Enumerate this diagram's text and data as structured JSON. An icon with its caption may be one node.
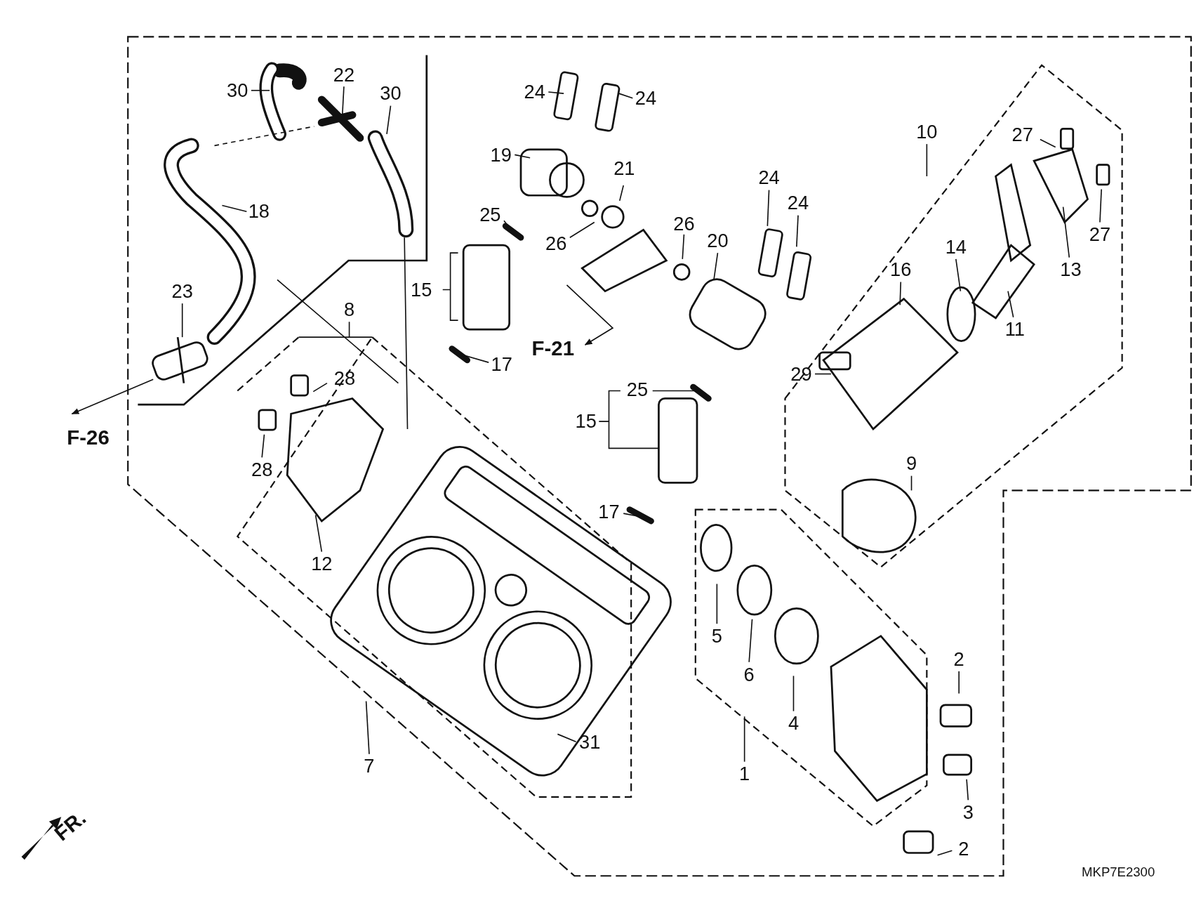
{
  "diagram": {
    "nodes": [
      {
        "text": [
          "30"
        ]
      },
      {
        "text": [
          "22"
        ]
      },
      {
        "text": [
          "30"
        ]
      },
      {
        "text": [
          "18"
        ]
      },
      {
        "text": [
          "23"
        ]
      },
      {
        "text": [
          "8"
        ]
      },
      {
        "text": [
          "28"
        ]
      },
      {
        "text": [
          "28"
        ]
      },
      {
        "text": [
          "12"
        ]
      },
      {
        "text": [
          "7"
        ]
      },
      {
        "text": [
          "31"
        ]
      },
      {
        "text": [
          "24"
        ]
      },
      {
        "text": [
          "24"
        ]
      },
      {
        "text": [
          "19"
        ]
      },
      {
        "text": [
          "21"
        ]
      },
      {
        "text": [
          "25"
        ]
      },
      {
        "text": [
          "26"
        ]
      },
      {
        "text": [
          "26"
        ]
      },
      {
        "text": [
          "20"
        ]
      },
      {
        "text": [
          "15"
        ]
      },
      {
        "text": [
          "17"
        ]
      },
      {
        "text": [
          "F-21"
        ]
      },
      {
        "text": [
          "F-26"
        ]
      },
      {
        "text": [
          "24"
        ]
      },
      {
        "text": [
          "24"
        ]
      },
      {
        "text": [
          "25"
        ]
      },
      {
        "text": [
          "15"
        ]
      },
      {
        "text": [
          "17"
        ]
      },
      {
        "text": [
          "10"
        ]
      },
      {
        "text": [
          "27"
        ]
      },
      {
        "text": [
          "27"
        ]
      },
      {
        "text": [
          "16"
        ]
      },
      {
        "text": [
          "14"
        ]
      },
      {
        "text": [
          "11"
        ]
      },
      {
        "text": [
          "13"
        ]
      },
      {
        "text": [
          "29"
        ]
      },
      {
        "text": [
          "9"
        ]
      },
      {
        "text": [
          "5"
        ]
      },
      {
        "text": [
          "6"
        ]
      },
      {
        "text": [
          "4"
        ]
      },
      {
        "text": [
          "1"
        ]
      },
      {
        "text": [
          "2"
        ]
      },
      {
        "text": [
          "3"
        ]
      },
      {
        "text": [
          "2"
        ]
      }
    ],
    "edges": [
      {
        "from": 0,
        "to": null,
        "arrow": "none"
      },
      {
        "from": 1,
        "to": null,
        "arrow": "none"
      },
      {
        "from": 2,
        "to": null,
        "arrow": "none"
      },
      {
        "from": 3,
        "to": null,
        "arrow": "none"
      },
      {
        "from": 4,
        "to": null,
        "arrow": "none"
      },
      {
        "from": 5,
        "to": null,
        "arrow": "none"
      },
      {
        "from": 6,
        "to": null,
        "arrow": "none"
      },
      {
        "from": 7,
        "to": null,
        "arrow": "none"
      },
      {
        "from": 8,
        "to": null,
        "arrow": "none"
      },
      {
        "from": 9,
        "to": null,
        "arrow": "none"
      },
      {
        "from": 10,
        "to": null,
        "arrow": "none"
      },
      {
        "from": 11,
        "to": null,
        "arrow": "none"
      },
      {
        "from": 12,
        "to": null,
        "arrow": "none"
      },
      {
        "from": 13,
        "to": null,
        "arrow": "none"
      },
      {
        "from": 14,
        "to": null,
        "arrow": "none"
      },
      {
        "from": 15,
        "to": null,
        "arrow": "none"
      },
      {
        "from": 16,
        "to": null,
        "arrow": "none"
      },
      {
        "from": 17,
        "to": null,
        "arrow": "none"
      },
      {
        "from": 18,
        "to": null,
        "arrow": "none"
      },
      {
        "from": 19,
        "to": null,
        "arrow": "none"
      },
      {
        "from": 20,
        "to": null,
        "arrow": "none"
      },
      {
        "from": null,
        "to": 21,
        "arrow": "to"
      },
      {
        "from": null,
        "to": 22,
        "arrow": "to"
      },
      {
        "from": 23,
        "to": null,
        "arrow": "none"
      },
      {
        "from": 24,
        "to": null,
        "arrow": "none"
      },
      {
        "from": 25,
        "to": null,
        "arrow": "none"
      },
      {
        "from": 26,
        "to": null,
        "arrow": "none"
      },
      {
        "from": 27,
        "to": null,
        "arrow": "none"
      },
      {
        "from": 28,
        "to": null,
        "arrow": "none"
      },
      {
        "from": 29,
        "to": null,
        "arrow": "none"
      },
      {
        "from": 30,
        "to": null,
        "arrow": "none"
      },
      {
        "from": 31,
        "to": null,
        "arrow": "none"
      },
      {
        "from": 32,
        "to": null,
        "arrow": "none"
      },
      {
        "from": 33,
        "to": null,
        "arrow": "none"
      },
      {
        "from": 34,
        "to": null,
        "arrow": "none"
      },
      {
        "from": 35,
        "to": null,
        "arrow": "none"
      },
      {
        "from": 36,
        "to": null,
        "arrow": "none"
      },
      {
        "from": 37,
        "to": null,
        "arrow": "none"
      },
      {
        "from": 38,
        "to": null,
        "arrow": "none"
      },
      {
        "from": 39,
        "to": null,
        "arrow": "none"
      },
      {
        "from": 40,
        "to": null,
        "arrow": "none"
      },
      {
        "from": 41,
        "to": null,
        "arrow": "none"
      },
      {
        "from": 42,
        "to": null,
        "arrow": "none"
      },
      {
        "from": 43,
        "to": null,
        "arrow": "none"
      }
    ],
    "labels": [
      "FR.",
      "MKP7E2300"
    ]
  }
}
